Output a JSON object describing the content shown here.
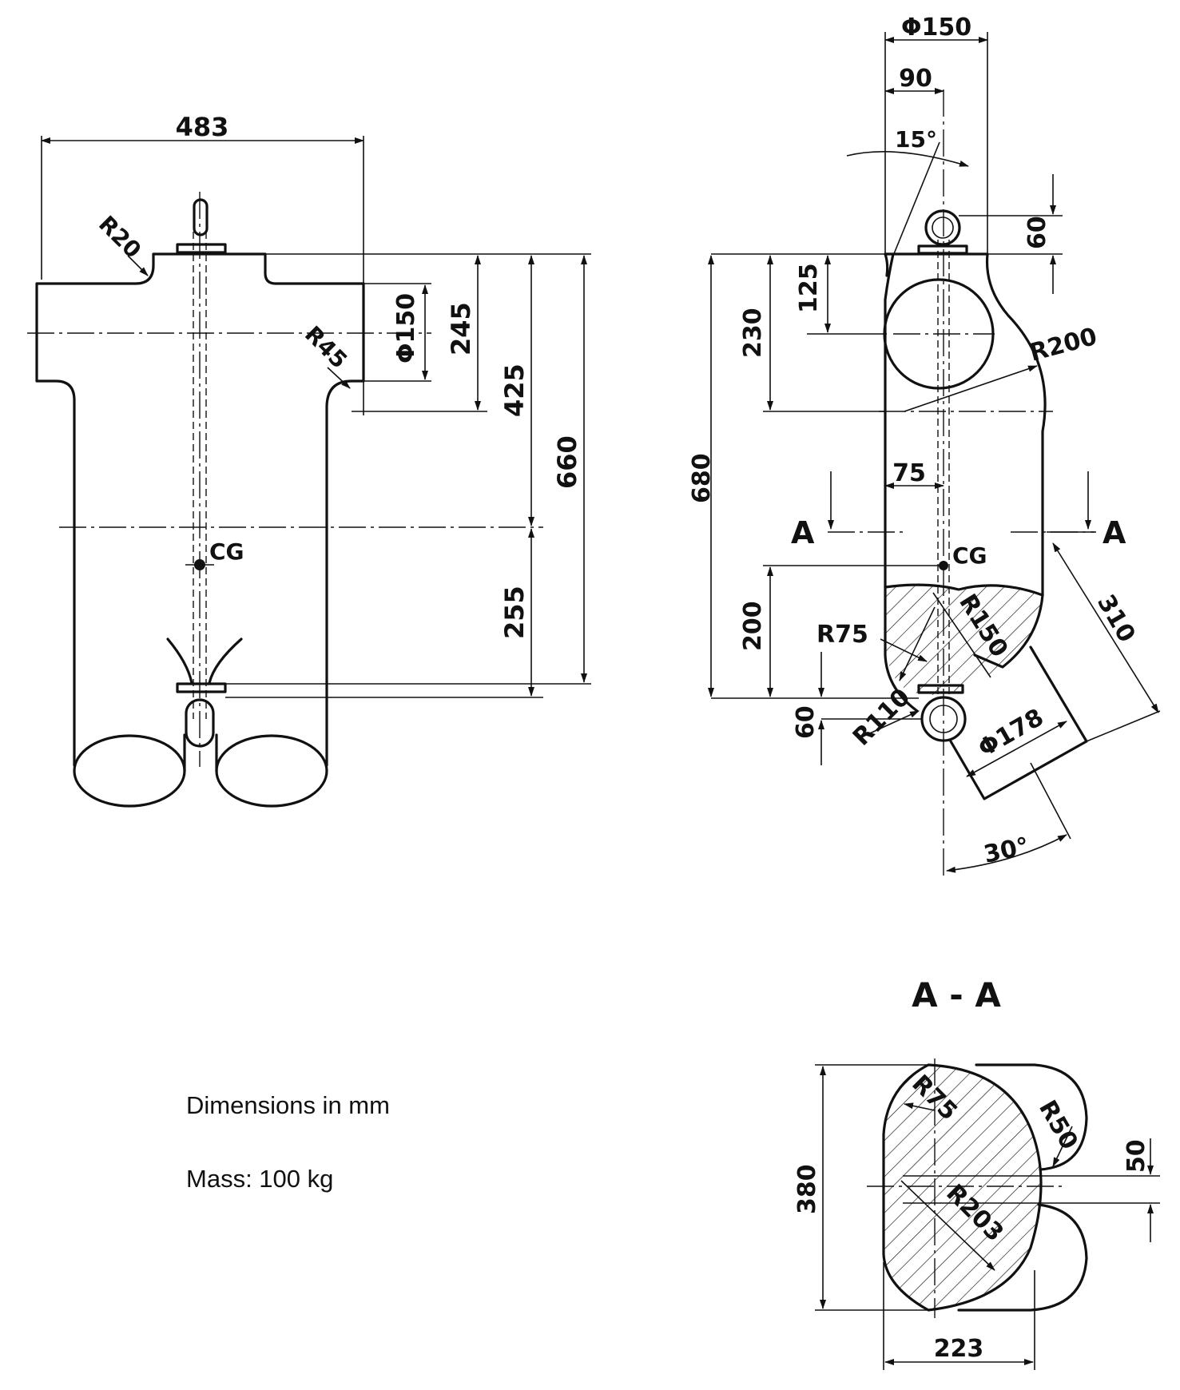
{
  "front_view": {
    "width": "483",
    "r_neck": "R20",
    "r_shoulder": "R45",
    "dia_tube": "Φ150",
    "dim_245": "245",
    "dim_425": "425",
    "dim_660": "660",
    "dim_255": "255",
    "cg": "CG"
  },
  "side_view": {
    "dia_top": "Φ150",
    "dim_90": "90",
    "angle_15": "15°",
    "dim_60_top": "60",
    "dim_125": "125",
    "dim_230": "230",
    "r_200": "R200",
    "dim_680": "680",
    "dim_75": "75",
    "section_left": "A",
    "section_right": "A",
    "cg": "CG",
    "dim_310": "310",
    "dim_200": "200",
    "r_75": "R75",
    "r_150": "R150",
    "dim_60_bottom": "60",
    "r_110": "R110",
    "dia_178": "Φ178",
    "angle_30": "30°"
  },
  "section_view": {
    "title": "A - A",
    "r_75": "R75",
    "r_50": "R50",
    "dim_50": "50",
    "r_203": "R203",
    "dim_380": "380",
    "dim_223": "223"
  },
  "notes": {
    "dimensions": "Dimensions in mm",
    "mass": "Mass: 100 kg"
  }
}
